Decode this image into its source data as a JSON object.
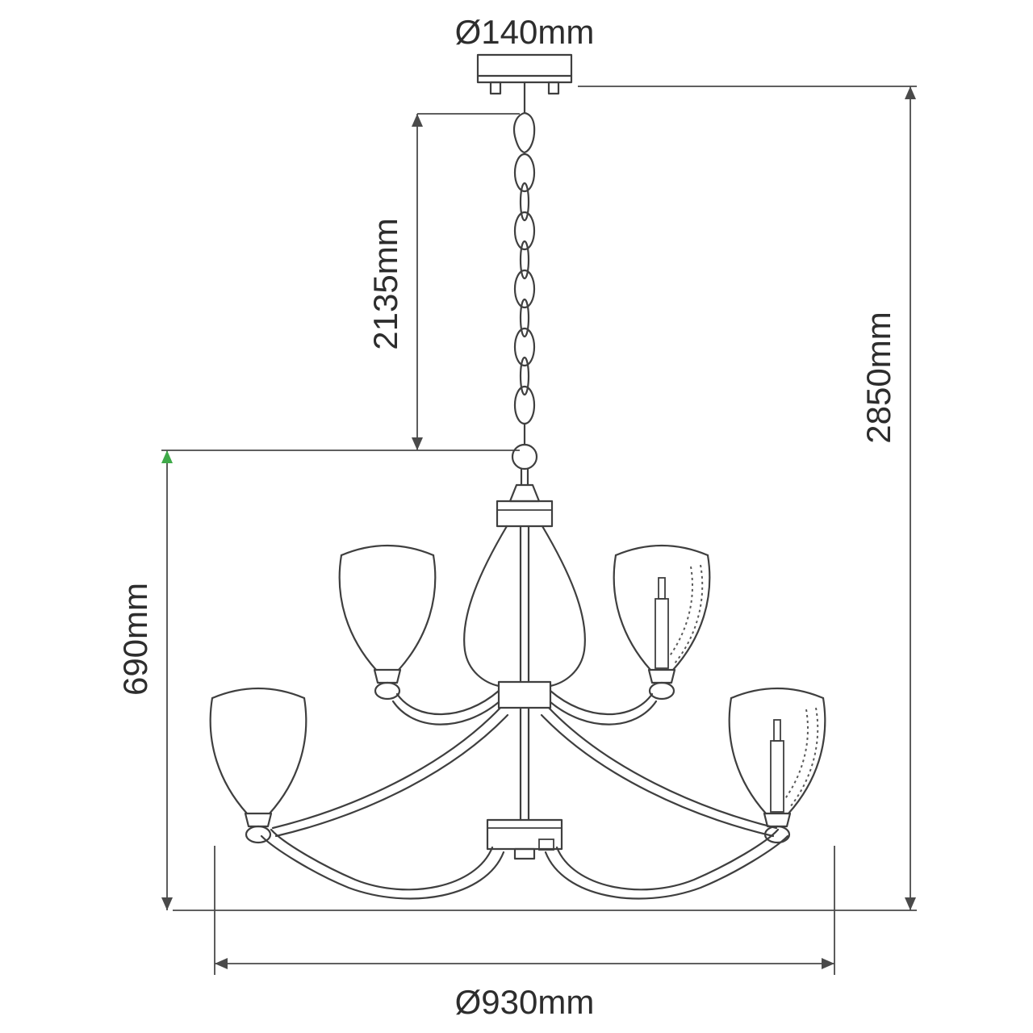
{
  "diagram": {
    "type": "technical-dimension-drawing",
    "subject": "two-tier chandelier with chain suspension and tulip glass shades",
    "labels": {
      "canopy_diameter": "Ø140mm",
      "chain_drop": "2135mm",
      "overall_height": "2850mm",
      "body_height": "690mm",
      "body_diameter": "Ø930mm"
    },
    "colors": {
      "line": "#3f3f3f",
      "text": "#2d2d2d",
      "accent_green": "#3faa49",
      "background": "#ffffff"
    }
  }
}
